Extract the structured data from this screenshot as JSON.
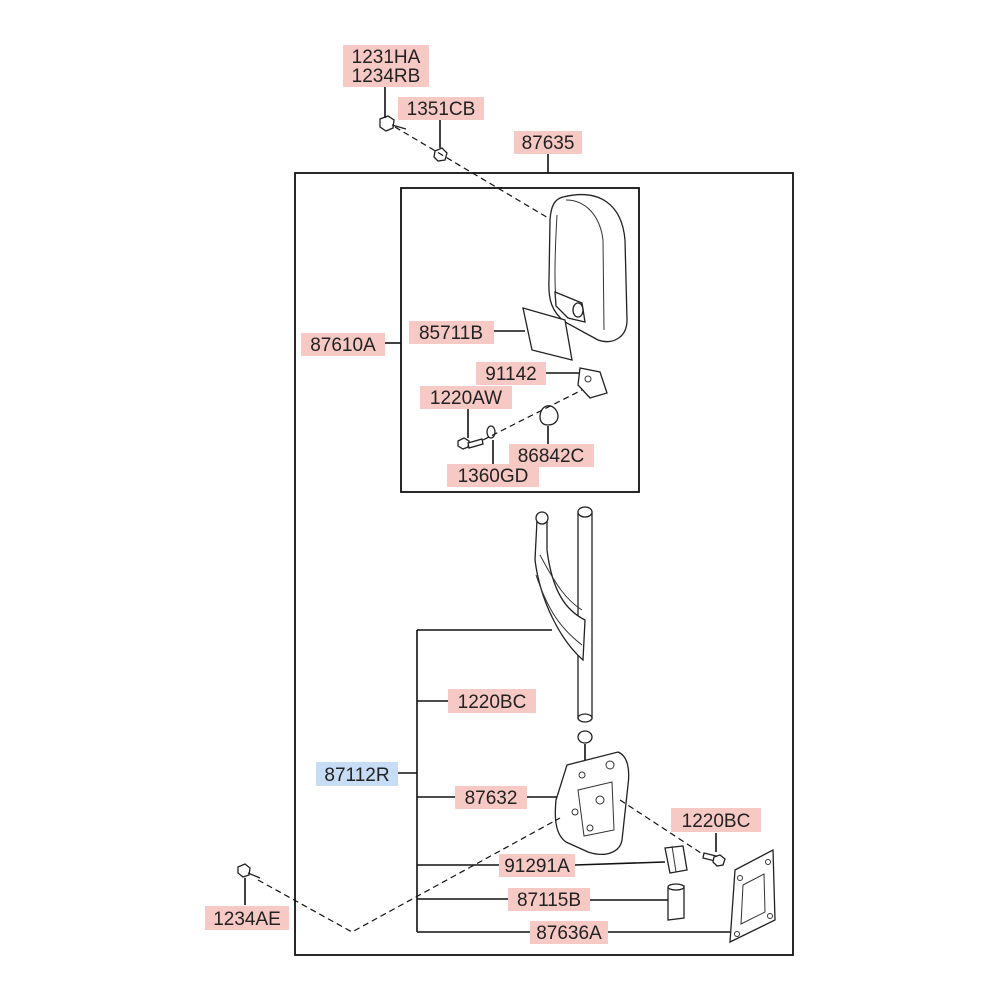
{
  "diagram": {
    "labels": {
      "l_1231HA": "1231HA",
      "l_1234RB": "1234RB",
      "l_1351CB": "1351CB",
      "l_87635": "87635",
      "l_85711B": "85711B",
      "l_87610A": "87610A",
      "l_91142": "91142",
      "l_1220AW": "1220AW",
      "l_86842C": "86842C",
      "l_1360GD": "1360GD",
      "l_1220BC_a": "1220BC",
      "l_87112R": "87112R",
      "l_87632": "87632",
      "l_1220BC_b": "1220BC",
      "l_91291A": "91291A",
      "l_87115B": "87115B",
      "l_87636A": "87636A",
      "l_1234AE": "1234AE"
    },
    "colors": {
      "label_fill": "#f6c9c4",
      "selected_label_fill": "#c7dcf5",
      "line": "#111111"
    }
  }
}
